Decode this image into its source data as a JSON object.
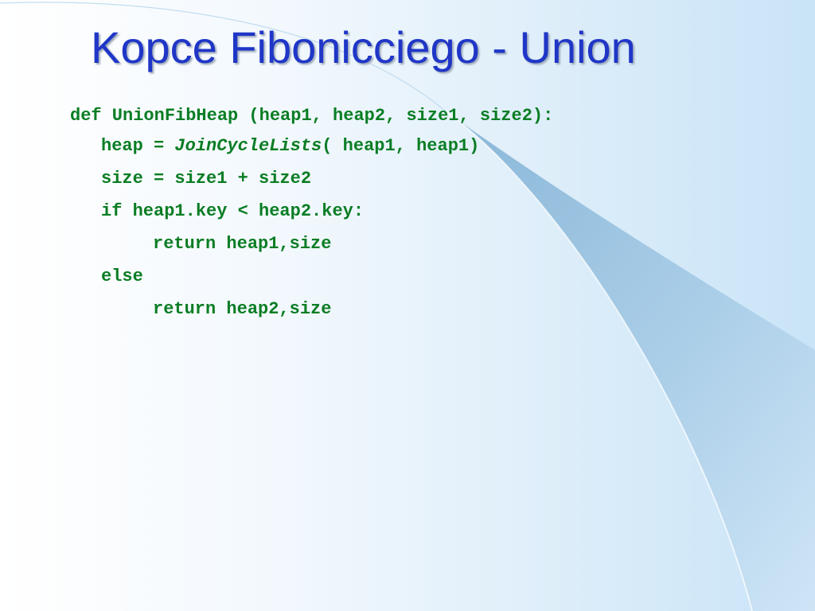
{
  "slide": {
    "title": "Kopce Fibonicciego - Union",
    "title_color": "#1f36c7",
    "code_color": "#0a7d24",
    "code": {
      "def_line": "def UnionFibHeap (heap1, heap2, size1, size2):",
      "heap_assign_prefix": "heap = ",
      "heap_assign_func": "JoinCycleLists",
      "heap_assign_args": "( heap1, heap1)",
      "size_line": "size = size1 + size2",
      "if_line": "if heap1.key < heap2.key:",
      "return1_line": "return heap1,size",
      "else_line": "else",
      "return2_line": "return heap2,size"
    }
  }
}
